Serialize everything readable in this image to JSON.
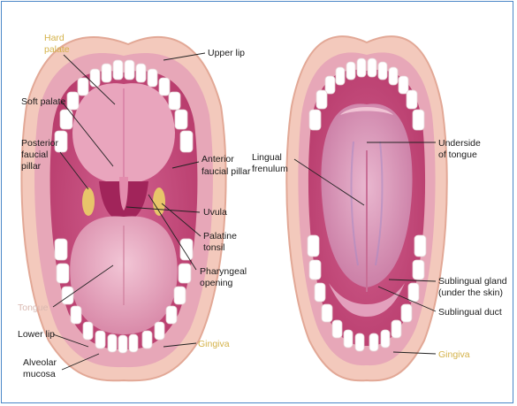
{
  "colors": {
    "frame": "#4a86c7",
    "lip": "#f3c9bc",
    "lip_edge": "#e2a896",
    "gum": "#e7a7b8",
    "mucosa": "#c2497a",
    "tongue": "#eab0c5",
    "tongue_underside": "#dea2bf",
    "teeth": "#ffffff",
    "throat": "#a1245a",
    "tonsil": "#e8c56a",
    "yellow_label": "#d4b24a",
    "pink_label": "#d9b8b0"
  },
  "left_panel": {
    "labels": {
      "hard_palate_1": "Hard",
      "hard_palate_2": "palate",
      "upper_lip": "Upper lip",
      "soft_palate": "Soft palate",
      "posterior_1": "Posterior",
      "posterior_2": "faucial",
      "posterior_3": "pillar",
      "anterior_1": "Anterior",
      "anterior_2": "faucial pillar",
      "uvula": "Uvula",
      "palatine_1": "Palatine",
      "palatine_2": "tonsil",
      "pharyngeal_1": "Pharyngeal",
      "pharyngeal_2": "opening",
      "tongue": "Tongue",
      "lower_lip": "Lower lip",
      "gingiva": "Gingiva",
      "alveolar_1": "Alveolar",
      "alveolar_2": "mucosa"
    }
  },
  "right_panel": {
    "labels": {
      "lingual_1": "Lingual",
      "lingual_2": "frenulum",
      "underside_1": "Underside",
      "underside_2": "of tongue",
      "sublingual_gland_1": "Sublingual gland",
      "sublingual_gland_2": "(under the skin)",
      "sublingual_duct": "Sublingual duct",
      "gingiva": "Gingiva"
    }
  }
}
